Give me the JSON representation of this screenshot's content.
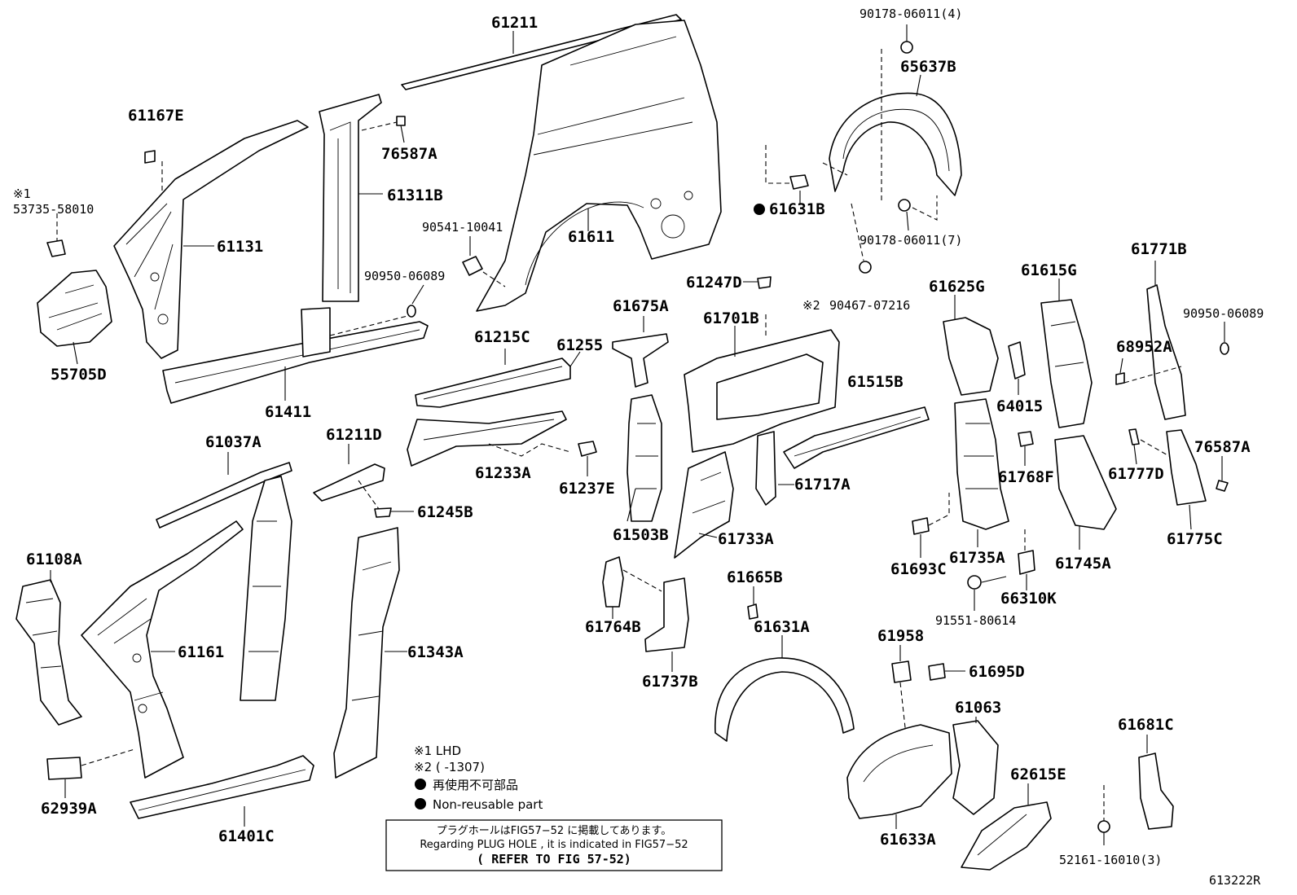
{
  "parts": [
    {
      "id": "p61211",
      "label": "61211"
    },
    {
      "id": "p61167e",
      "label": "61167E"
    },
    {
      "id": "p76587a_top",
      "label": "76587A"
    },
    {
      "id": "p61311b",
      "label": "61311B"
    },
    {
      "id": "p53735",
      "label": "53735-58010"
    },
    {
      "id": "p61131",
      "label": "61131"
    },
    {
      "id": "p90541",
      "label": "90541-10041"
    },
    {
      "id": "p61611",
      "label": "61611"
    },
    {
      "id": "p90950_left",
      "label": "90950-06089"
    },
    {
      "id": "p55705d",
      "label": "55705D"
    },
    {
      "id": "p61411",
      "label": "61411"
    },
    {
      "id": "p90178_4",
      "label": "90178-06011(4)"
    },
    {
      "id": "p65637b",
      "label": "65637B"
    },
    {
      "id": "p61631b",
      "label": "61631B"
    },
    {
      "id": "p90178_7",
      "label": "90178-06011(7)"
    },
    {
      "id": "p61771b",
      "label": "61771B"
    },
    {
      "id": "p61615g",
      "label": "61615G"
    },
    {
      "id": "p61625g",
      "label": "61625G"
    },
    {
      "id": "p61247d",
      "label": "61247D"
    },
    {
      "id": "p90467",
      "label": "90467-07216"
    },
    {
      "id": "p90950_right",
      "label": "90950-06089"
    },
    {
      "id": "p61675a",
      "label": "61675A"
    },
    {
      "id": "p61701b",
      "label": "61701B"
    },
    {
      "id": "p68952a",
      "label": "68952A"
    },
    {
      "id": "p61215c",
      "label": "61215C"
    },
    {
      "id": "p61255",
      "label": "61255"
    },
    {
      "id": "p64015",
      "label": "64015"
    },
    {
      "id": "p61515b",
      "label": "61515B"
    },
    {
      "id": "p61037a",
      "label": "61037A"
    },
    {
      "id": "p61211d",
      "label": "61211D"
    },
    {
      "id": "p76587a_right",
      "label": "76587A"
    },
    {
      "id": "p61233a",
      "label": "61233A"
    },
    {
      "id": "p61237e",
      "label": "61237E"
    },
    {
      "id": "p61768f",
      "label": "61768F"
    },
    {
      "id": "p61777d",
      "label": "61777D"
    },
    {
      "id": "p61717a",
      "label": "61717A"
    },
    {
      "id": "p61245b",
      "label": "61245B"
    },
    {
      "id": "p61503b",
      "label": "61503B"
    },
    {
      "id": "p61733a",
      "label": "61733A"
    },
    {
      "id": "p61775c",
      "label": "61775C"
    },
    {
      "id": "p61108a",
      "label": "61108A"
    },
    {
      "id": "p61693c",
      "label": "61693C"
    },
    {
      "id": "p61735a",
      "label": "61735A"
    },
    {
      "id": "p61745a",
      "label": "61745A"
    },
    {
      "id": "p61665b",
      "label": "61665B"
    },
    {
      "id": "p66310k",
      "label": "66310K"
    },
    {
      "id": "p91551",
      "label": "91551-80614"
    },
    {
      "id": "p61764b",
      "label": "61764B"
    },
    {
      "id": "p61631a",
      "label": "61631A"
    },
    {
      "id": "p61161",
      "label": "61161"
    },
    {
      "id": "p61343a",
      "label": "61343A"
    },
    {
      "id": "p61958",
      "label": "61958"
    },
    {
      "id": "p61695d",
      "label": "61695D"
    },
    {
      "id": "p61737b",
      "label": "61737B"
    },
    {
      "id": "p61063",
      "label": "61063"
    },
    {
      "id": "p61681c",
      "label": "61681C"
    },
    {
      "id": "p62615e",
      "label": "62615E"
    },
    {
      "id": "p62939a",
      "label": "62939A"
    },
    {
      "id": "p61401c",
      "label": "61401C"
    },
    {
      "id": "p61633a",
      "label": "61633A"
    },
    {
      "id": "p52161",
      "label": "52161-16010(3)"
    }
  ],
  "markers": {
    "ref1": "※1",
    "ref2": "※2"
  },
  "legend": {
    "note1": "※1 LHD",
    "note2": "※2 (       -1307)",
    "jp_nonreusable": "再使用不可部品",
    "nonreusable": "Non-reusable part"
  },
  "notice": {
    "jp": "プラグホールはFIG57−52 に掲載してあります。",
    "en": "Regarding PLUG HOLE , it is indicated in FIG57−52",
    "refer": "( REFER TO FIG 57-52)"
  },
  "diagram_code": "613222R"
}
